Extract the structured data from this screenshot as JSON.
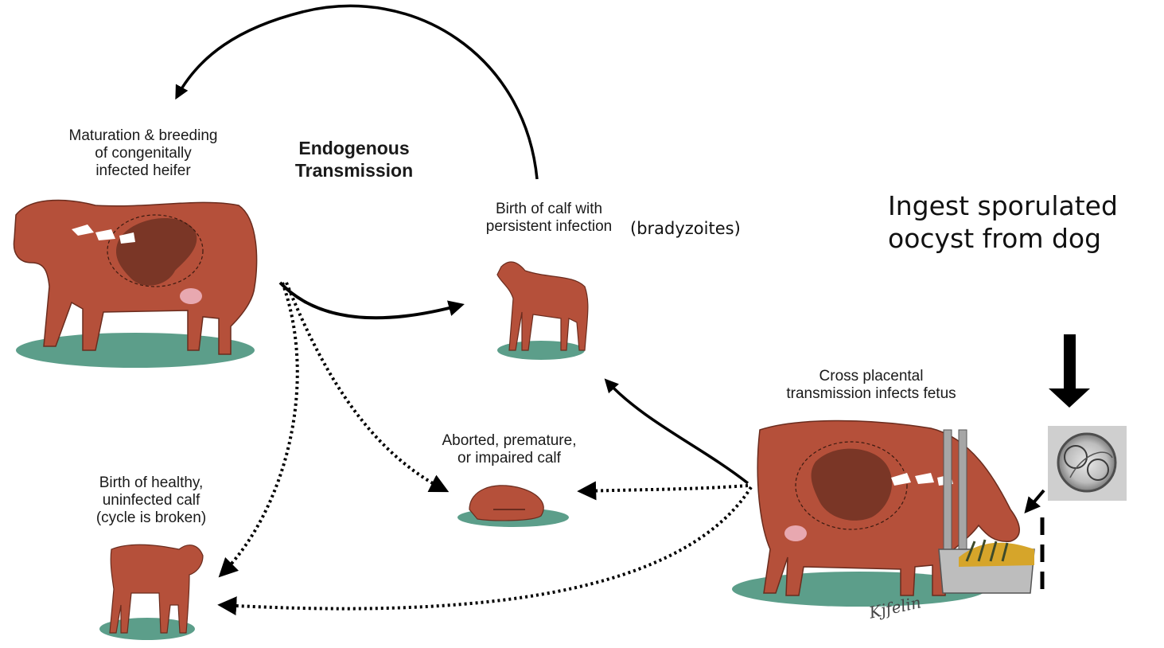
{
  "labels": {
    "heifer": [
      "Maturation & breeding",
      "of congenitally",
      "infected heifer"
    ],
    "title": [
      "Endogenous",
      "Transmission"
    ],
    "birth_persistent": [
      "Birth of calf with",
      "persistent infection"
    ],
    "bradyzoites": "(bradyzoites)",
    "ingest": [
      "Ingest sporulated",
      "oocyst from dog"
    ],
    "cross": [
      "Cross placental",
      "transmission infects fetus"
    ],
    "aborted": [
      "Aborted, premature,",
      "or impaired calf"
    ],
    "healthy": [
      "Birth of healthy,",
      "uninfected calf",
      "(cycle is broken)"
    ],
    "signature": "Kjfelin"
  },
  "colors": {
    "cow": "#b5503a",
    "cow_dark": "#7a3626",
    "fetus": "#6b3526",
    "ground": "#5c9e8a",
    "arrow": "#000000"
  },
  "icons": {
    "oocyst": "oocyst-micrograph-icon",
    "feeder": "feeder-icon"
  }
}
